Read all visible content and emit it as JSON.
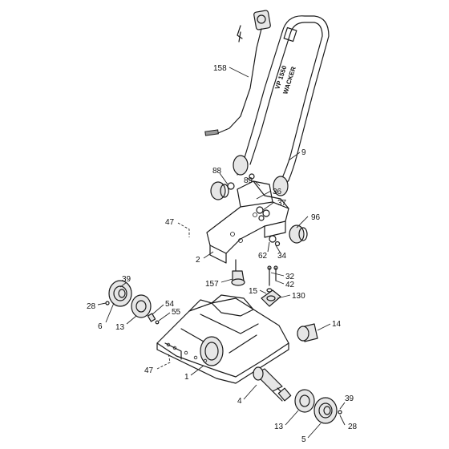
{
  "diagram": {
    "brand_text": "VP 1550",
    "brand_subtext": "WACKER",
    "callouts": [
      {
        "id": "c158",
        "label": "158"
      },
      {
        "id": "c9",
        "label": "9"
      },
      {
        "id": "c88",
        "label": "88"
      },
      {
        "id": "c89",
        "label": "89"
      },
      {
        "id": "c36",
        "label": "36"
      },
      {
        "id": "c37",
        "label": "37"
      },
      {
        "id": "c96",
        "label": "96"
      },
      {
        "id": "c47a",
        "label": "47"
      },
      {
        "id": "c2",
        "label": "2"
      },
      {
        "id": "c62",
        "label": "62"
      },
      {
        "id": "c34",
        "label": "34"
      },
      {
        "id": "c32",
        "label": "32"
      },
      {
        "id": "c42",
        "label": "42"
      },
      {
        "id": "c157",
        "label": "157"
      },
      {
        "id": "c15",
        "label": "15"
      },
      {
        "id": "c130",
        "label": "130"
      },
      {
        "id": "c39a",
        "label": "39"
      },
      {
        "id": "c28a",
        "label": "28"
      },
      {
        "id": "c6",
        "label": "6"
      },
      {
        "id": "c13a",
        "label": "13"
      },
      {
        "id": "c54",
        "label": "54"
      },
      {
        "id": "c55",
        "label": "55"
      },
      {
        "id": "c14",
        "label": "14"
      },
      {
        "id": "c47b",
        "label": "47"
      },
      {
        "id": "c1",
        "label": "1"
      },
      {
        "id": "c4",
        "label": "4"
      },
      {
        "id": "c13b",
        "label": "13"
      },
      {
        "id": "c39b",
        "label": "39"
      },
      {
        "id": "c28b",
        "label": "28"
      },
      {
        "id": "c5",
        "label": "5"
      }
    ]
  }
}
